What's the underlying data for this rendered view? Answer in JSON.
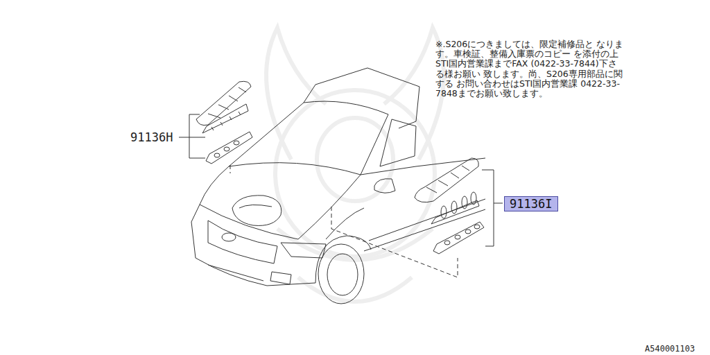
{
  "diagram": {
    "nodes": [
      {
        "text": [
          "91136I"
        ]
      }
    ],
    "labels": [
      "91136H",
      "※.S206につきましては、限定補修品と なります。車検証、整備入庫票のコピー を添付の上STI国内営業課までFAX (0422-33-7844)下さる様お願い 致します。尚、S206専用部品に関する お問い合わせはSTI国内営業課 0422-33-7848までお願い致します。",
      "A540001103"
    ]
  }
}
